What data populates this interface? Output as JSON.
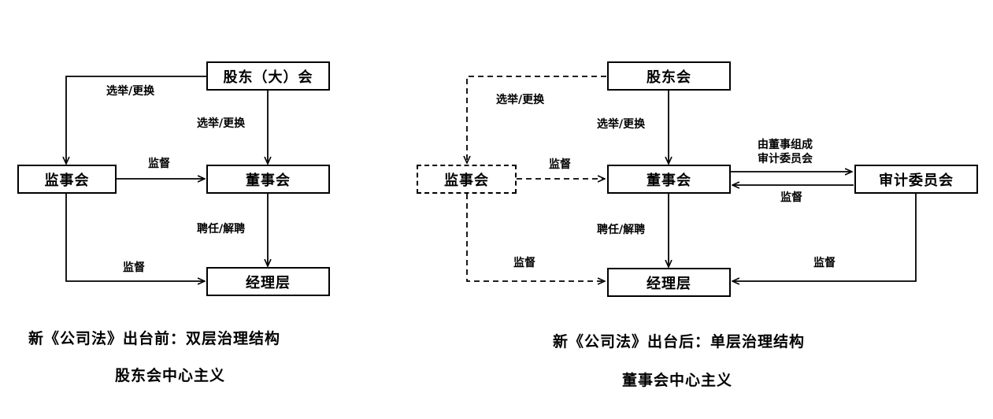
{
  "left": {
    "nodes": {
      "shareholders": "股东（大）会",
      "supervisory": "监事会",
      "board": "董事会",
      "management": "经理层"
    },
    "edges": {
      "sh_to_sup": "选举/更换",
      "sh_to_board": "选举/更换",
      "sup_to_board": "监督",
      "board_to_mgmt": "聘任/解聘",
      "sup_to_mgmt": "监督"
    },
    "caption": "新《公司法》出台前：双层治理结构",
    "subcaption": "股东会中心主义"
  },
  "right": {
    "nodes": {
      "shareholders": "股东会",
      "supervisory": "监事会",
      "board": "董事会",
      "management": "经理层",
      "audit": "审计委员会"
    },
    "edges": {
      "sh_to_sup": "选举/更换",
      "sh_to_board": "选举/更换",
      "sup_to_board": "监督",
      "board_to_audit_line1": "由董事组成",
      "board_to_audit_line2": "审计委员会",
      "audit_to_board": "监督",
      "board_to_mgmt": "聘任/解聘",
      "sup_to_mgmt": "监督",
      "audit_to_mgmt": "监督"
    },
    "caption": "新《公司法》出台后：单层治理结构",
    "subcaption": "董事会中心主义"
  }
}
